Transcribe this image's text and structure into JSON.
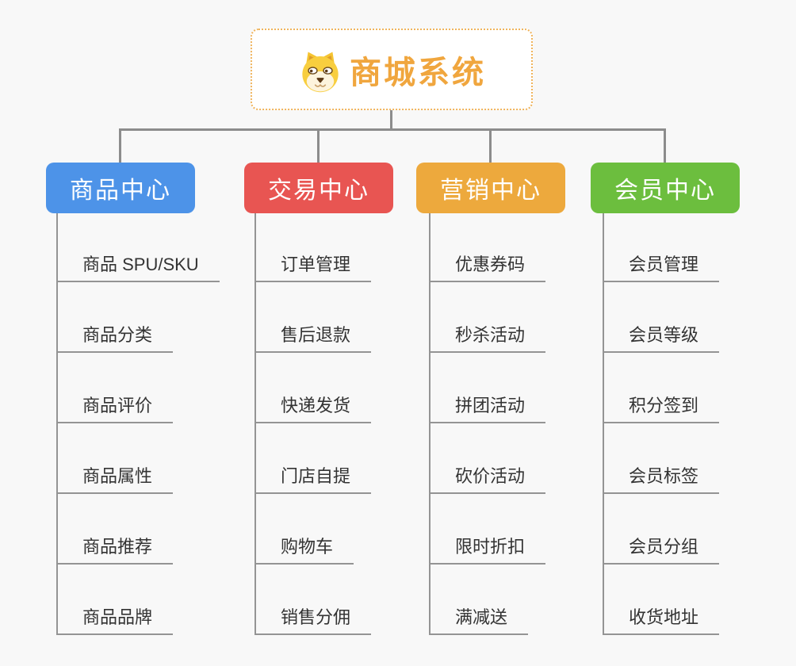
{
  "canvas": {
    "background_color": "#f8f8f8",
    "connector_color": "#8c8c8c",
    "leaf_line_color": "#949494",
    "leaf_text_color": "#333333"
  },
  "root": {
    "title": "商城系统",
    "icon": "dog-face-icon",
    "text_color": "#F0A63E",
    "border_color": "#F0B45C",
    "background_color": "#ffffff"
  },
  "branches": [
    {
      "id": "product-center",
      "label": "商品中心",
      "color": "#4D93E8",
      "items": [
        "商品 SPU/SKU",
        "商品分类",
        "商品评价",
        "商品属性",
        "商品推荐",
        "商品品牌"
      ]
    },
    {
      "id": "trade-center",
      "label": "交易中心",
      "color": "#E85552",
      "items": [
        "订单管理",
        "售后退款",
        "快递发货",
        "门店自提",
        "购物车",
        "销售分佣"
      ]
    },
    {
      "id": "marketing-center",
      "label": "营销中心",
      "color": "#EDA93D",
      "items": [
        "优惠券码",
        "秒杀活动",
        "拼团活动",
        "砍价活动",
        "限时折扣",
        "满减送"
      ]
    },
    {
      "id": "member-center",
      "label": "会员中心",
      "color": "#6CBE3E",
      "items": [
        "会员管理",
        "会员等级",
        "积分签到",
        "会员标签",
        "会员分组",
        "收货地址"
      ]
    }
  ]
}
